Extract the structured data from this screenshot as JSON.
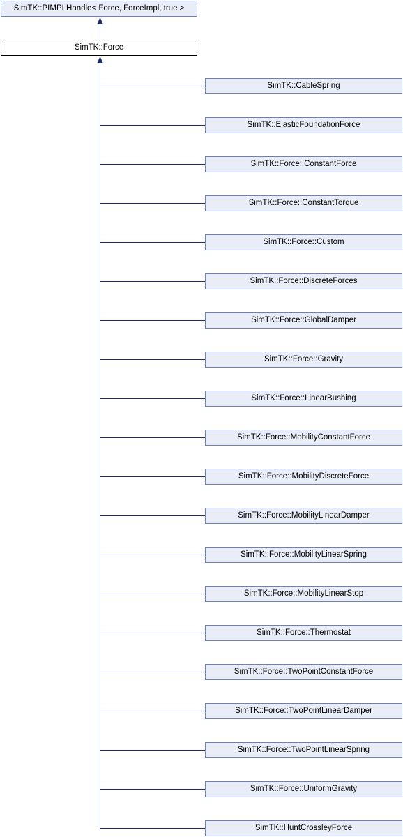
{
  "diagram": {
    "base_class": "SimTK::PIMPLHandle< Force, ForceImpl, true >",
    "current_class": "SimTK::Force",
    "subclasses": [
      "SimTK::CableSpring",
      "SimTK::ElasticFoundationForce",
      "SimTK::Force::ConstantForce",
      "SimTK::Force::ConstantTorque",
      "SimTK::Force::Custom",
      "SimTK::Force::DiscreteForces",
      "SimTK::Force::GlobalDamper",
      "SimTK::Force::Gravity",
      "SimTK::Force::LinearBushing",
      "SimTK::Force::MobilityConstantForce",
      "SimTK::Force::MobilityDiscreteForce",
      "SimTK::Force::MobilityLinearDamper",
      "SimTK::Force::MobilityLinearSpring",
      "SimTK::Force::MobilityLinearStop",
      "SimTK::Force::Thermostat",
      "SimTK::Force::TwoPointConstantForce",
      "SimTK::Force::TwoPointLinearDamper",
      "SimTK::Force::TwoPointLinearSpring",
      "SimTK::Force::UniformGravity",
      "SimTK::HuntCrossleyForce"
    ],
    "colors": {
      "node_fill": "#e8edf7",
      "node_border": "#6d7fb3",
      "current_fill": "#ffffff",
      "current_border": "#000000",
      "edge": "#1c2a6e"
    }
  }
}
